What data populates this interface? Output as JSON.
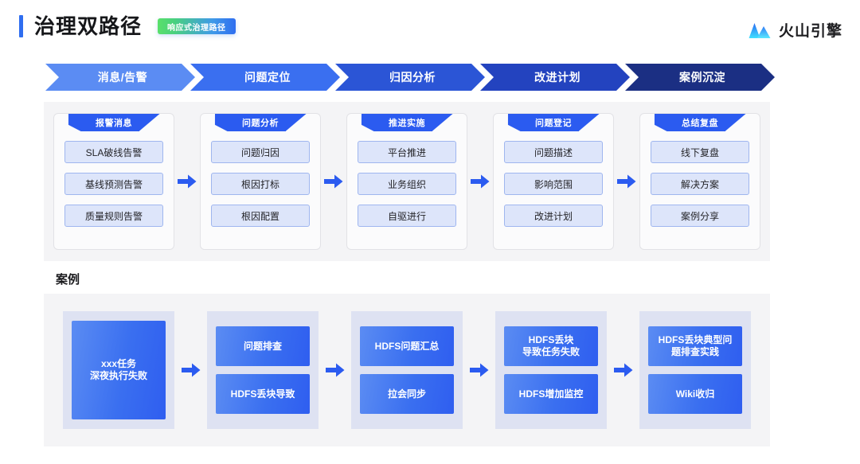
{
  "header": {
    "title": "治理双路径",
    "badge": "响应式治理路径",
    "brand_name": "火山引擎",
    "brand_icon": "volcano-mountain-icon",
    "accent_color": "#2f6ef0",
    "badge_gradient_from": "#5ae06a",
    "badge_gradient_to": "#2f6ef0"
  },
  "steps": [
    {
      "label": "消息/告警",
      "color": "#5b8cf3"
    },
    {
      "label": "问题定位",
      "color": "#3a6ff0"
    },
    {
      "label": "归因分析",
      "color": "#2b55d6"
    },
    {
      "label": "改进计划",
      "color": "#2343bf"
    },
    {
      "label": "案例沉淀",
      "color": "#1b2f83"
    }
  ],
  "flow": {
    "arrow_color": "#2b5bf0",
    "cards": [
      {
        "ribbon": "报警消息",
        "chips": [
          "SLA破线告警",
          "基线预测告警",
          "质量规则告警"
        ]
      },
      {
        "ribbon": "问题分析",
        "chips": [
          "问题归因",
          "根因打标",
          "根因配置"
        ]
      },
      {
        "ribbon": "推进实施",
        "chips": [
          "平台推进",
          "业务组织",
          "自驱进行"
        ]
      },
      {
        "ribbon": "问题登记",
        "chips": [
          "问题描述",
          "影响范围",
          "改进计划"
        ]
      },
      {
        "ribbon": "总结复盘",
        "chips": [
          "线下复盘",
          "解决方案",
          "案例分享"
        ]
      }
    ]
  },
  "case": {
    "section_label": "案例",
    "arrow_color": "#2b5bf0",
    "columns": [
      {
        "boxes": [
          {
            "text": "xxx任务\n深夜执行失败",
            "size": "tall"
          }
        ]
      },
      {
        "boxes": [
          {
            "text": "问题排查",
            "size": "half"
          },
          {
            "text": "HDFS丢块导致",
            "size": "half"
          }
        ]
      },
      {
        "boxes": [
          {
            "text": "HDFS问题汇总",
            "size": "half"
          },
          {
            "text": "拉会同步",
            "size": "half"
          }
        ]
      },
      {
        "boxes": [
          {
            "text": "HDFS丢块\n导致任务失败",
            "size": "half"
          },
          {
            "text": "HDFS增加监控",
            "size": "half"
          }
        ]
      },
      {
        "boxes": [
          {
            "text": "HDFS丢块典型问\n题排查实践",
            "size": "half"
          },
          {
            "text": "Wiki收归",
            "size": "half"
          }
        ]
      }
    ]
  }
}
